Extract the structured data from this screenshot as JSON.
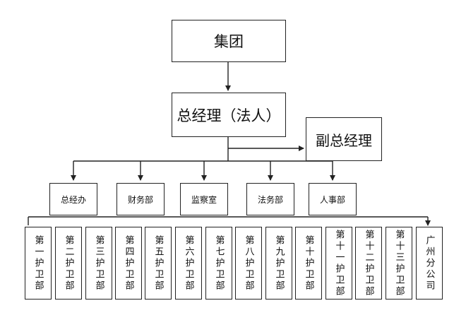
{
  "diagram": {
    "root": "集团",
    "ceo": "总经理（法人）",
    "deputy": "副总经理",
    "departments": [
      "总经办",
      "财务部",
      "监察室",
      "法务部",
      "人事部"
    ],
    "units": [
      "第一护卫部",
      "第二护卫部",
      "第三护卫部",
      "第四护卫部",
      "第五护卫部",
      "第六护卫部",
      "第七护卫部",
      "第八护卫部",
      "第九护卫部",
      "第十护卫部",
      "第十一护卫部",
      "第十二护卫部",
      "第十三护卫部",
      "广州分公司"
    ]
  }
}
